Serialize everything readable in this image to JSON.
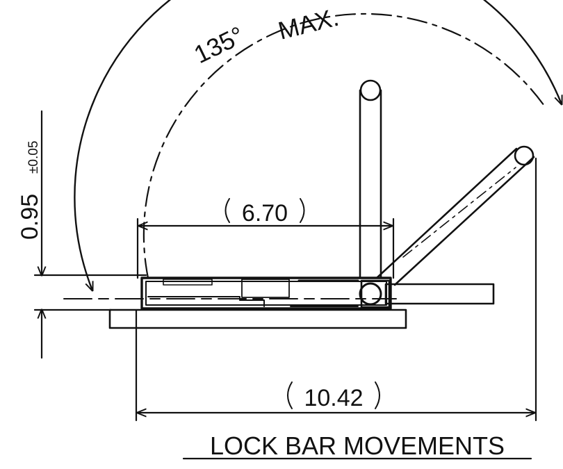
{
  "labels": {
    "angle_value": "135°",
    "angle_suffix": "MAX.",
    "width_inner": "6.70",
    "width_outer": "10.42",
    "thickness_value": "0.95",
    "thickness_tolerance": "±0.05",
    "title": "LOCK BAR MOVEMENTS"
  },
  "colors": {
    "ink": "#111111",
    "background": "#ffffff"
  }
}
